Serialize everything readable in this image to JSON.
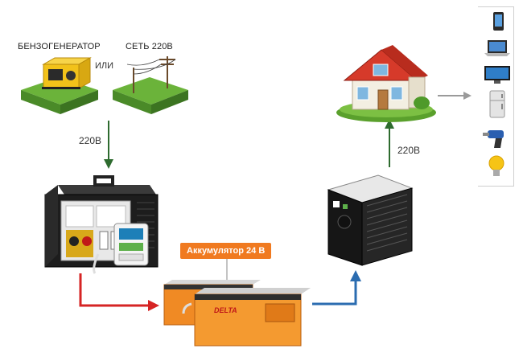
{
  "sources": {
    "generator_label": "БЕНЗОГЕНЕРАТОР",
    "or_label": "ИЛИ",
    "grid_label": "СЕТЬ 220В"
  },
  "arrows": {
    "input_voltage": "220В",
    "output_voltage": "220В"
  },
  "battery": {
    "label": "Аккумулятор 24 В",
    "brand": "DELTA"
  },
  "appliances": [
    "smartphone-icon",
    "laptop-icon",
    "tv-icon",
    "fridge-icon",
    "drill-icon",
    "bulb-icon"
  ],
  "colors": {
    "accent_orange": "#f07a20",
    "arrow_green": "#2e6b2f",
    "arrow_red": "#d62424",
    "arrow_blue": "#2b6cb0",
    "arrow_gray": "#9a9a9a"
  }
}
